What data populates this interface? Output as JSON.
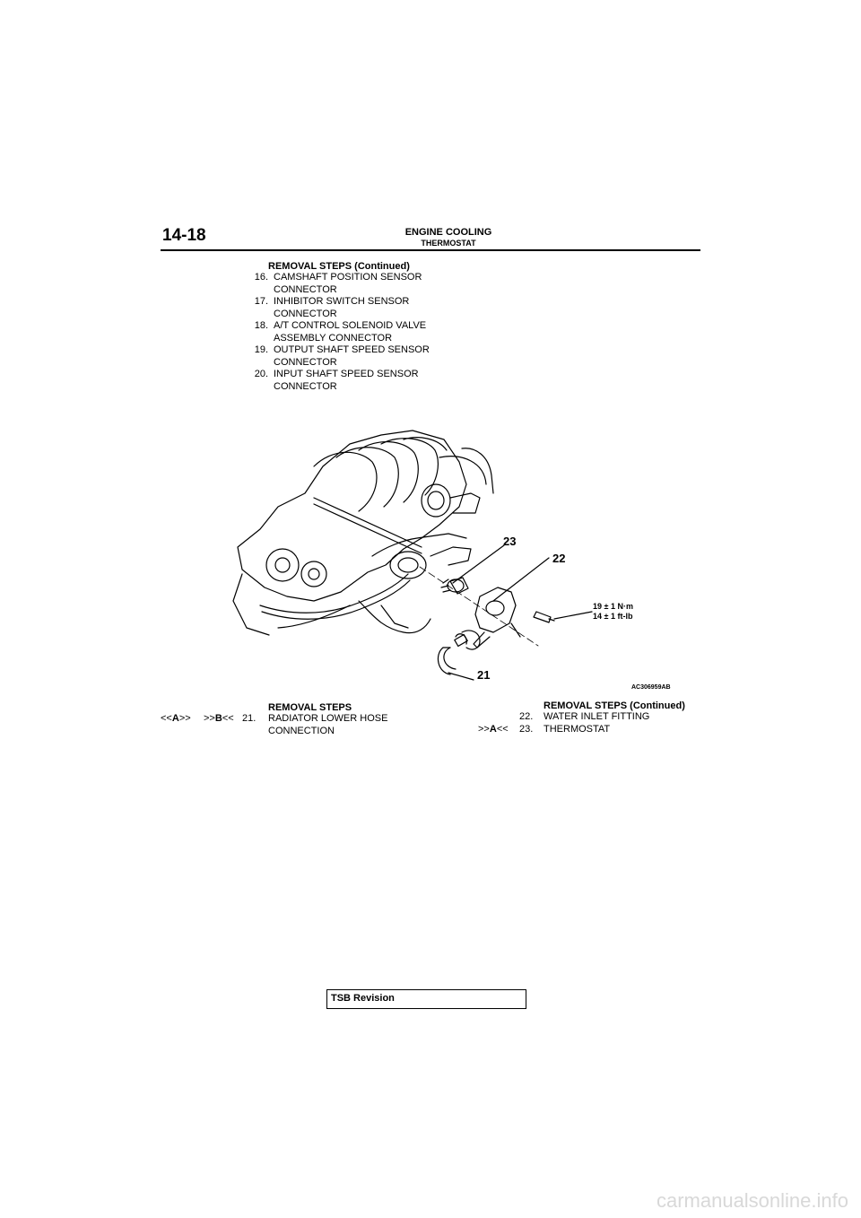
{
  "header": {
    "page_number": "14-18",
    "section_title": "ENGINE COOLING",
    "section_subtitle": "THERMOSTAT"
  },
  "top_steps": {
    "heading": "REMOVAL STEPS (Continued)",
    "items": [
      {
        "num": "16.",
        "text": "CAMSHAFT POSITION SENSOR CONNECTOR"
      },
      {
        "num": "17.",
        "text": "INHIBITOR SWITCH SENSOR CONNECTOR"
      },
      {
        "num": "18.",
        "text": "A/T CONTROL SOLENOID VALVE ASSEMBLY CONNECTOR"
      },
      {
        "num": "19.",
        "text": "OUTPUT SHAFT SPEED SENSOR CONNECTOR"
      },
      {
        "num": "20.",
        "text": "INPUT SHAFT SPEED SENSOR CONNECTOR"
      }
    ]
  },
  "figure": {
    "callouts": [
      "23",
      "22",
      "21"
    ],
    "torque_line1": "19 ± 1 N·m",
    "torque_line2": "14 ± 1 ft-lb",
    "code": "AC306959AB"
  },
  "bottom_left": {
    "heading": "REMOVAL STEPS",
    "ref1_pre": "<<",
    "ref1_letter": "A",
    "ref1_post": ">>",
    "ref2_pre": ">>",
    "ref2_letter": "B",
    "ref2_post": "<<",
    "num": "21.",
    "text": "RADIATOR LOWER HOSE CONNECTION"
  },
  "bottom_right": {
    "heading": "REMOVAL STEPS (Continued)",
    "items": [
      {
        "ref_pre": "",
        "ref_letter": "",
        "ref_post": "",
        "num": "22.",
        "text": "WATER INLET FITTING"
      },
      {
        "ref_pre": ">>",
        "ref_letter": "A",
        "ref_post": "<<",
        "num": "23.",
        "text": "THERMOSTAT"
      }
    ]
  },
  "footer": {
    "tsb_label": "TSB Revision",
    "url": "carmanualsonline.info"
  }
}
